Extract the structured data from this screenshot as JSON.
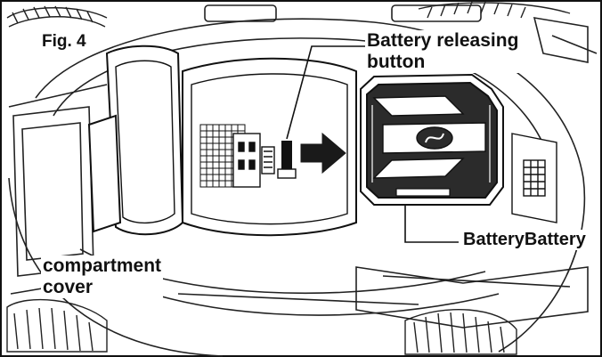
{
  "figure": {
    "label": "Fig. 4",
    "callouts": {
      "battery_release_line1": "Battery releasing",
      "battery_release_line2": "button",
      "battery": "BatteryBattery",
      "cover_line1": "compartment",
      "cover_line2": "cover"
    }
  },
  "colors": {
    "line": "#111111",
    "background": "#ffffff",
    "arrow": "#1a1a1a"
  }
}
